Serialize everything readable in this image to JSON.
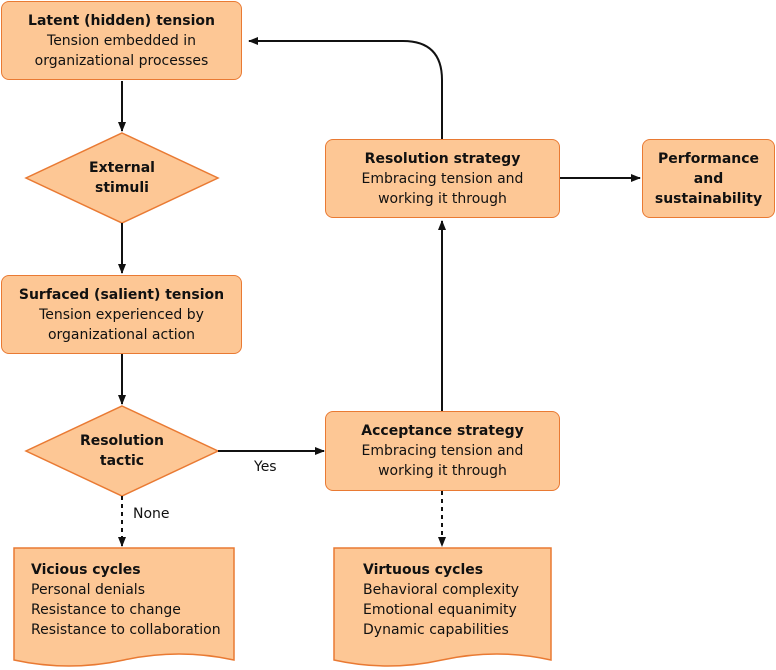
{
  "nodes": {
    "latent": {
      "title": "Latent (hidden) tension",
      "line1": "Tension embedded in",
      "line2": "organizational processes"
    },
    "external_stimuli": {
      "line1": "External",
      "line2": "stimuli"
    },
    "surfaced": {
      "title": "Surfaced (salient) tension",
      "line1": "Tension experienced by",
      "line2": "organizational action"
    },
    "resolution_tactic": {
      "line1": "Resolution",
      "line2": "tactic"
    },
    "acceptance": {
      "title": "Acceptance strategy",
      "line1": "Embracing tension and",
      "line2": "working it through"
    },
    "resolution_strategy": {
      "title": "Resolution strategy",
      "line1": "Embracing tension and",
      "line2": "working it through"
    },
    "performance": {
      "line1": "Performance",
      "line2": "and",
      "line3": "sustainability"
    },
    "vicious": {
      "title": "Vicious cycles",
      "items": [
        "Personal denials",
        "Resistance to change",
        "Resistance to collaboration"
      ]
    },
    "virtuous": {
      "title": "Virtuous cycles",
      "items": [
        "Behavioral complexity",
        "Emotional equanimity",
        "Dynamic capabilities"
      ]
    }
  },
  "edge_labels": {
    "yes": "Yes",
    "none": "None"
  },
  "colors": {
    "fill": "#fdc795",
    "stroke": "#e97a33",
    "arrow": "#111111"
  }
}
